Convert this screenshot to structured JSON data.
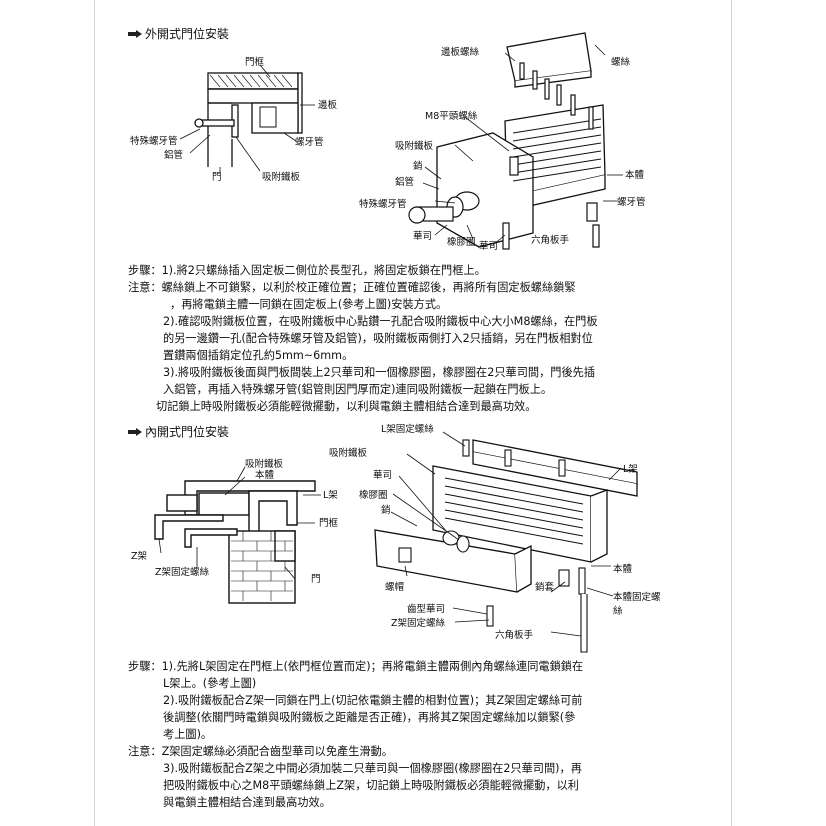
{
  "outward": {
    "heading": "外開式門位安裝",
    "labels": {
      "door_frame": "門框",
      "side_plate": "邊板",
      "special_screw_tube": "特殊螺牙管",
      "screw_tube": "螺牙管",
      "aluminum_tube": "鋁管",
      "door": "門",
      "armature_plate": "吸附鐵板",
      "side_plate_screw": "邊板螺絲",
      "screw": "螺絲",
      "m8_screw": "M8平頭螺絲",
      "armature_plate_2": "吸附鐵板",
      "pin": "銷",
      "aluminum_tube_2": "鋁管",
      "body": "本體",
      "special_screw_tube_2": "特殊螺牙管",
      "screw_tube_2": "螺牙管",
      "washer_a": "華司",
      "rubber_ring": "橡膠圈",
      "washer_b": "華司",
      "hex_wrench": "六角板手"
    },
    "steps": [
      "步驟：1).將2只螺絲插入固定板二側位於長型孔，將固定板鎖在門框上。",
      "注意：螺絲鎖上不可鎖緊，以利於校正確位置；正確位置確認後，再將所有固定板螺絲鎖緊",
      "，再將電鎖主體一同鎖在固定板上(參考上圖)安裝方式。",
      "2).確認吸附鐵板位置，在吸附鐵板中心點鑽一孔配合吸附鐵板中心大小M8螺絲，在門板",
      "的另一邊鑽一孔(配合特殊螺牙管及鋁管)，吸附鐵板兩側打入2只插銷，另在門板相對位",
      "置鑽兩個插銷定位孔約5mm~6mm。",
      "3).將吸附鐵板後面與門板間裝上2只華司和一個橡膠圈，橡膠圈在2只華司間，門後先插",
      "入鋁管，再插入特殊螺牙管(鋁管則因門厚而定)連同吸附鐵板一起鎖在門板上。",
      "切記鎖上時吸附鐵板必須能輕微擺動，以利與電鎖主體相結合達到最高功效。"
    ]
  },
  "inward": {
    "heading": "內開式門位安裝",
    "labels": {
      "armature_plate": "吸附鐵板",
      "body": "本體",
      "l_bracket": "L架",
      "door_frame": "門框",
      "z_bracket": "Z架",
      "z_bracket_screw": "Z架固定螺絲",
      "door": "門",
      "l_bracket_screw": "L架固定螺絲",
      "armature_plate_2": "吸附鐵板",
      "washer": "華司",
      "rubber_ring": "橡膠圈",
      "pin": "銷",
      "l_bracket_2": "L架",
      "body_2": "本體",
      "nut_cap": "螺帽",
      "sleeve": "銷套",
      "tooth_washer": "齒型華司",
      "z_bracket_screw_2": "Z架固定螺絲",
      "body_screw": "本體固定螺",
      "body_screw_2": "絲",
      "hex_wrench": "六角板手"
    },
    "steps": [
      "步驟：1).先將L架固定在門框上(依門框位置而定)；再將電鎖主體兩側內角螺絲連同電鎖鎖在",
      "L架上。(參考上圖)",
      "2).吸附鐵板配合Z架一同鎖在門上(切記依電鎖主體的相對位置)；其Z架固定螺絲可前",
      "後調整(依關門時電鎖與吸附鐵板之距離是否正確)，再將其Z架固定螺絲加以鎖緊(參",
      "考上圖)。",
      "注意：Z架固定螺絲必須配合齒型華司以免產生滑動。",
      "3).吸附鐵板配合Z架之中間必須加裝二只華司與一個橡膠圈(橡膠圈在2只華司間)，再",
      "把吸附鐵板中心之M8平頭螺絲鎖上Z架，切記鎖上時吸附鐵板必須能輕微擺動，以利",
      "與電鎖主體相結合達到最高功效。"
    ]
  }
}
